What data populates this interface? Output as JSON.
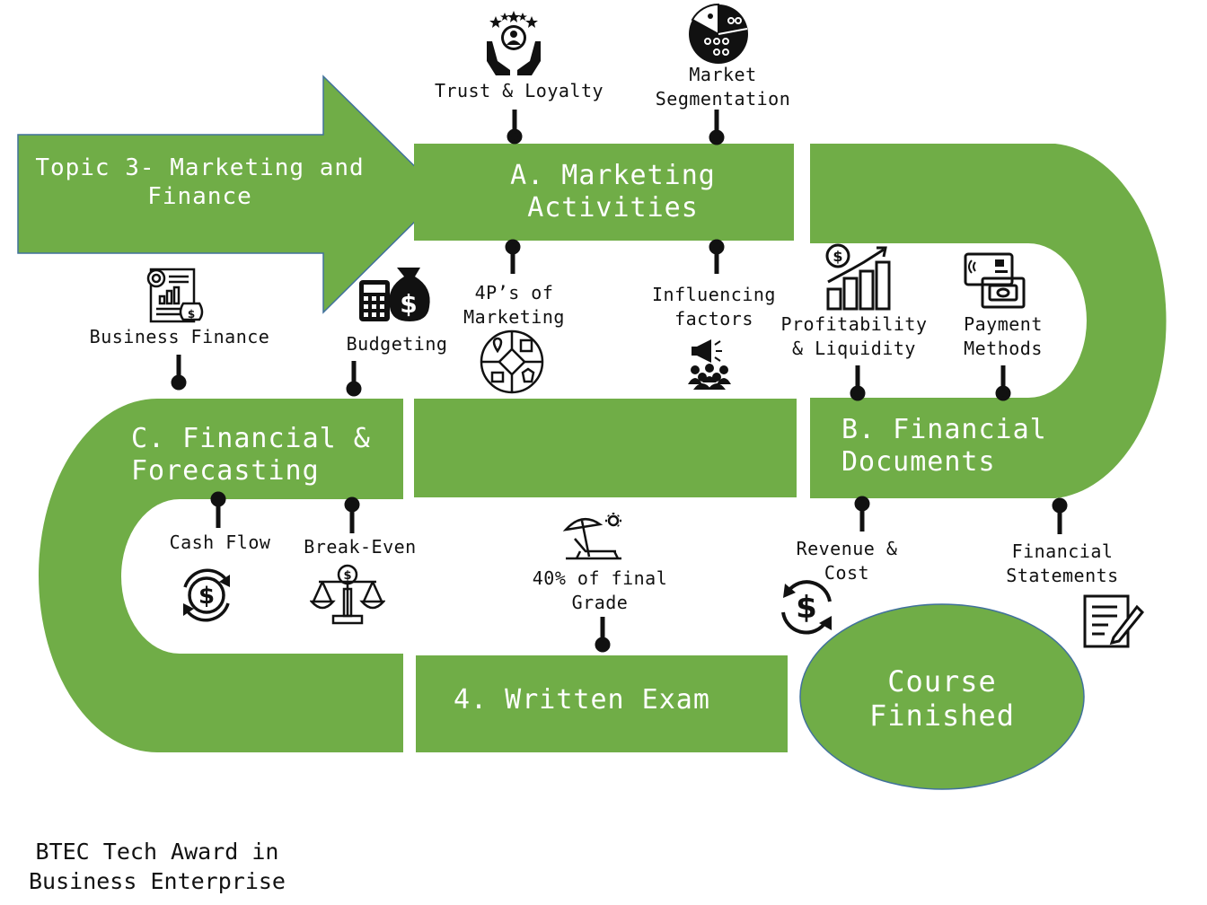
{
  "colors": {
    "road": "#70ad47",
    "ink": "#111111",
    "text_on_road": "#ffffff"
  },
  "title_arrow": {
    "text": "Topic 3- Marketing and\nFinance"
  },
  "sections": {
    "a": "A. Marketing\nActivities",
    "b": "B. Financial\nDocuments",
    "c": "C. Financial &\nForecasting",
    "exam": "4. Written Exam",
    "finish": "Course\nFinished"
  },
  "milestones": [
    {
      "label": "Trust & Loyalty",
      "icon": "hands-with-person-stars-icon"
    },
    {
      "label": "Market\nSegmentation",
      "icon": "audience-pie-icon"
    },
    {
      "label": "4P’s of\nMarketing",
      "icon": "marketing-mix-circle-icon"
    },
    {
      "label": "Influencing\nfactors",
      "icon": "megaphone-audience-icon"
    },
    {
      "label": "Profitability\n& Liquidity",
      "icon": "growth-bar-chart-icon"
    },
    {
      "label": "Payment\nMethods",
      "icon": "card-and-cash-icon"
    },
    {
      "label": "Business Finance",
      "icon": "finance-report-icon"
    },
    {
      "label": "Budgeting",
      "icon": "calculator-money-bag-icon"
    },
    {
      "label": "Cash Flow",
      "icon": "dollar-cycle-icon"
    },
    {
      "label": "Break-Even",
      "icon": "balance-scale-icon"
    },
    {
      "label": "40% of final\nGrade",
      "icon": "beach-chair-icon"
    },
    {
      "label": "Revenue &\nCost",
      "icon": "dollar-refresh-icon"
    },
    {
      "label": "Financial\nStatements",
      "icon": "document-pen-icon"
    }
  ],
  "footer": "BTEC Tech Award in\nBusiness Enterprise"
}
